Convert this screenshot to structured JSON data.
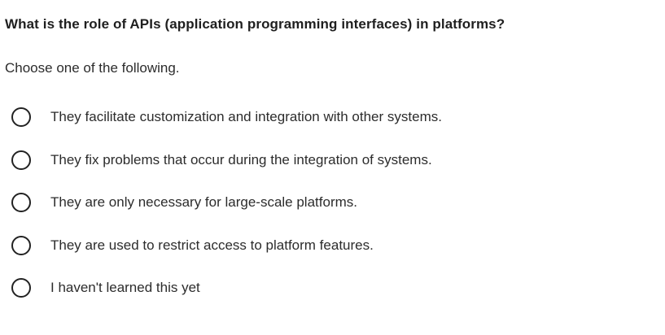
{
  "question": {
    "title": "What is the role of APIs (application programming interfaces) in platforms?",
    "instruction": "Choose one of the following.",
    "options": [
      {
        "label": "They facilitate customization and integration with other systems."
      },
      {
        "label": "They fix problems that occur during the integration of systems."
      },
      {
        "label": "They are only necessary for large-scale platforms."
      },
      {
        "label": "They are used to restrict access to platform features."
      },
      {
        "label": "I haven't learned this yet"
      }
    ]
  },
  "colors": {
    "background": "#ffffff",
    "title_text": "#1f1f1f",
    "body_text": "#2c2c2c",
    "radio_border": "#222222"
  }
}
